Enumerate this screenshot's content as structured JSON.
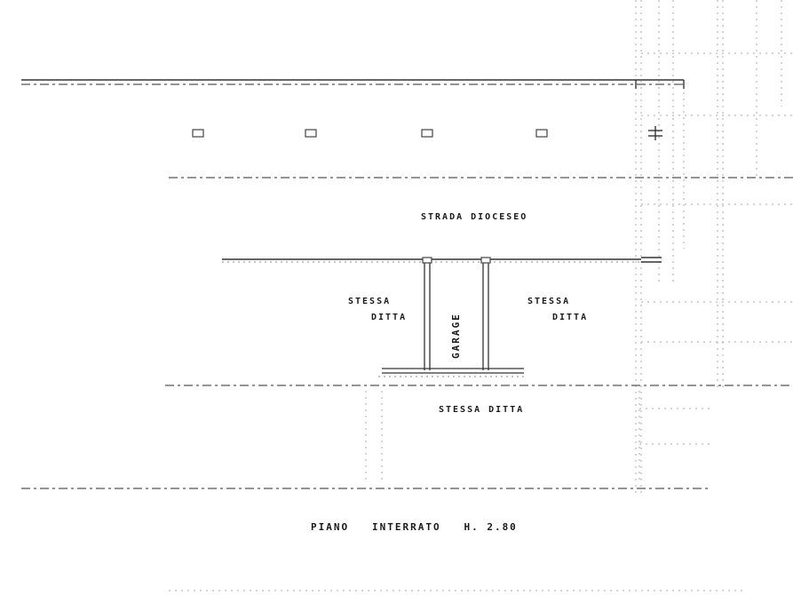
{
  "labels": {
    "street": "STRADA DIOCESEO",
    "garage": "GARAGE",
    "left_owner_line1": "STESSA",
    "left_owner_line2": "DITTA",
    "right_owner_line1": "STESSA",
    "right_owner_line2": "DITTA",
    "bottom_owner": "STESSA DITTA",
    "floor_title": "PIANO   INTERRATO   H. 2.80"
  }
}
